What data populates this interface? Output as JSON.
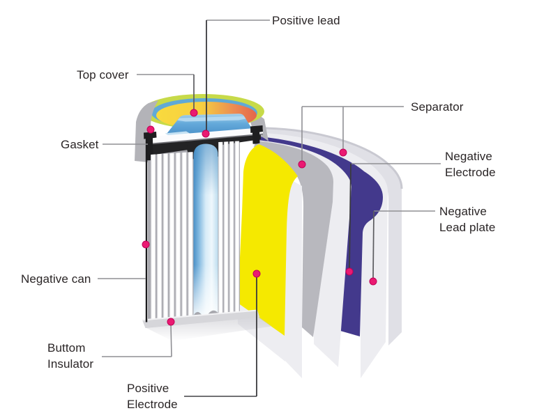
{
  "figure": {
    "subject": "Cylindrical battery cell cutaway diagram",
    "background": "#ffffff",
    "labels": {
      "positive_lead": "Positive lead",
      "top_cover": "Top cover",
      "gasket": "Gasket",
      "separator": "Separator",
      "negative_electrode": [
        "Negative",
        "Electrode"
      ],
      "negative_lead_plate": [
        "Negative",
        "Lead plate"
      ],
      "negative_can": "Negative can",
      "bottom_insulator": [
        "Buttom",
        "Insulator"
      ],
      "positive_electrode": [
        "Positive",
        "Electrode"
      ]
    },
    "colors": {
      "marker_dot": "#ea1a72",
      "marker_dot_edge": "#c00057",
      "leader_gray": "#8f8f94",
      "leader_dark": "#3a3a3e",
      "text": "#2a2526",
      "positive_electrode_sheet": "#f5e900",
      "negative_electrode_sheet": "#43398c",
      "separator_sheet": "#b8b8be",
      "lead_plate_sheet": "#ededf1",
      "outer_sheet": "#e0e0e6",
      "can_gray": "#b3b3b8",
      "top_ring_green": "#c7da49",
      "top_ring_blue": "#60a9d6",
      "gasket_black": "#232325",
      "bottom_plate": "#d6d6da"
    }
  }
}
